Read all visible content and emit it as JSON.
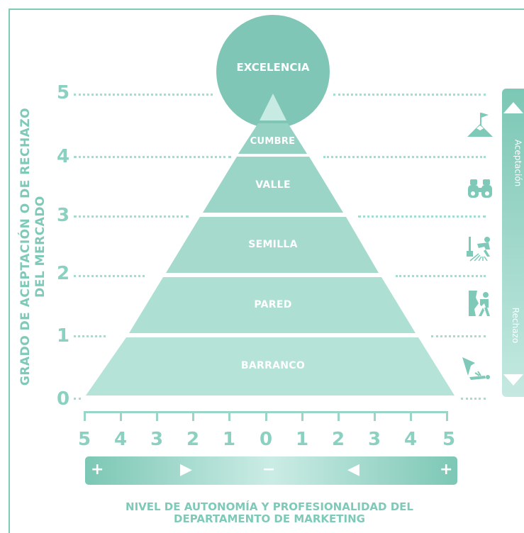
{
  "y_axis": {
    "label_line1": "GRADO DE ACEPTACIÓN O DE RECHAZO",
    "label_line2": "DEL MERCADO",
    "levels": [
      "5",
      "4",
      "3",
      "2",
      "1",
      "0"
    ]
  },
  "pyramid": {
    "apex": "EXCELENCIA",
    "tiers": [
      "CUMBRE",
      "VALLE",
      "SEMILLA",
      "PARED",
      "BARRANCO"
    ]
  },
  "side_icons": [
    "summit-flag-icon",
    "binoculars-icon",
    "planting-icon",
    "climber-icon",
    "falling-person-icon"
  ],
  "scale_bar": {
    "top_label": "Aceptación",
    "bottom_label": "Rechazo"
  },
  "x_axis": {
    "numbers": [
      "5",
      "4",
      "3",
      "2",
      "1",
      "0",
      "1",
      "2",
      "3",
      "4",
      "5"
    ],
    "bar_symbols": [
      "+",
      "▶",
      "−",
      "◀",
      "+"
    ],
    "label_line1": "NIVEL DE AUTONOMÍA Y PROFESIONALIDAD DEL",
    "label_line2": "DEPARTAMENTO DE MARKETING"
  },
  "colors": {
    "primary": "#7fc6b6",
    "light": "#b9e3da",
    "text": "#7ec9b8"
  }
}
